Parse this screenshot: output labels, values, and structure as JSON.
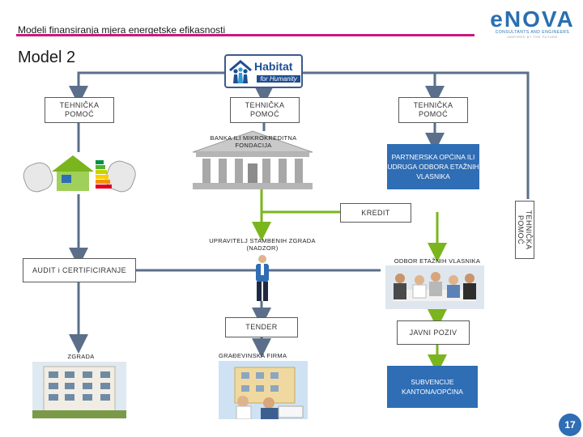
{
  "header": {
    "title": "Modeli finansiranja mjera energetske efikasnosti"
  },
  "logo": {
    "word": "eNOVA",
    "line1": "CONSULTANTS AND ENGINEERS",
    "line2": "INSPIRED BY THE FUTURE"
  },
  "model_title": "Model 2",
  "habitat": {
    "name": "Habitat",
    "sub": "for Humanity"
  },
  "nodes": {
    "tp_left": "TEHNIČKA POMOĆ",
    "tp_center": "TEHNIČKA POMOĆ",
    "tp_right": "TEHNIČKA POMOĆ",
    "tp_vertical": "TEHNIČKA POMOĆ",
    "bank": "BANKA ILI MIKROKREDITNA FONDACIJA",
    "partner": "PARTNERSKA OPĆINA ILI UDRUGA ODBORA ETAŽNIH VLASNIKA",
    "kredit": "KREDIT",
    "upravitelj": "UPRAVITELJ STAMBENIH ZGRADA (NADZOR)",
    "odbor": "ODBOR ETAŽNIH VLASNIKA",
    "audit": "AUDIT i CERTIFICIRANJE",
    "tender": "TENDER",
    "javni_poziv": "JAVNI POZIV",
    "zgrada": "ZGRADA",
    "gradjevinska": "GRAĐEVINSKA FIRMA",
    "subvencije": "SUBVENCIJE KANTONA/OPĆINA"
  },
  "colors": {
    "accent_line": "#c8197e",
    "blue": "#2f6db5",
    "green": "#7ab51d",
    "gray_line": "#5b6f8a"
  },
  "page_number": "17"
}
